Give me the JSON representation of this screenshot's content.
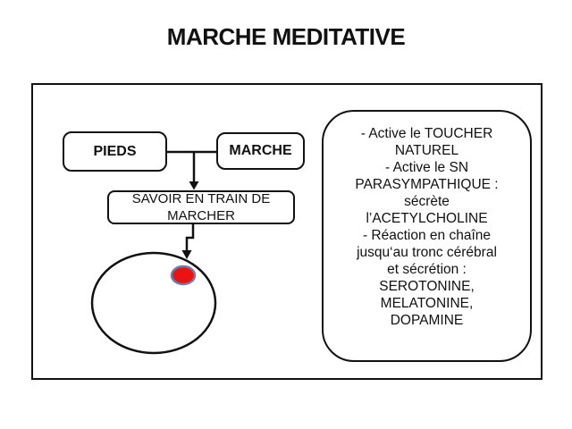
{
  "title": "MARCHE MEDITATIVE",
  "flow": {
    "pieds_label": "PIEDS",
    "marche_label": "MARCHE",
    "savoir_label": "SAVOIR EN TRAIN DE MARCHER"
  },
  "panel": {
    "lines": [
      "- Active le TOUCHER",
      "NATUREL",
      "- Active le SN",
      "PARASYMPATHIQUE :",
      "sécrète",
      "l’ACETYLCHOLINE",
      "- Réaction en chaîne",
      "jusqu‘au tronc cérébral",
      "et sécrétion :",
      "SEROTONINE,",
      "MELATONINE,",
      "DOPAMINE"
    ]
  },
  "colors": {
    "stroke": "#111111",
    "dot_fill": "#ee1111",
    "dot_stroke": "#6b7fae"
  }
}
